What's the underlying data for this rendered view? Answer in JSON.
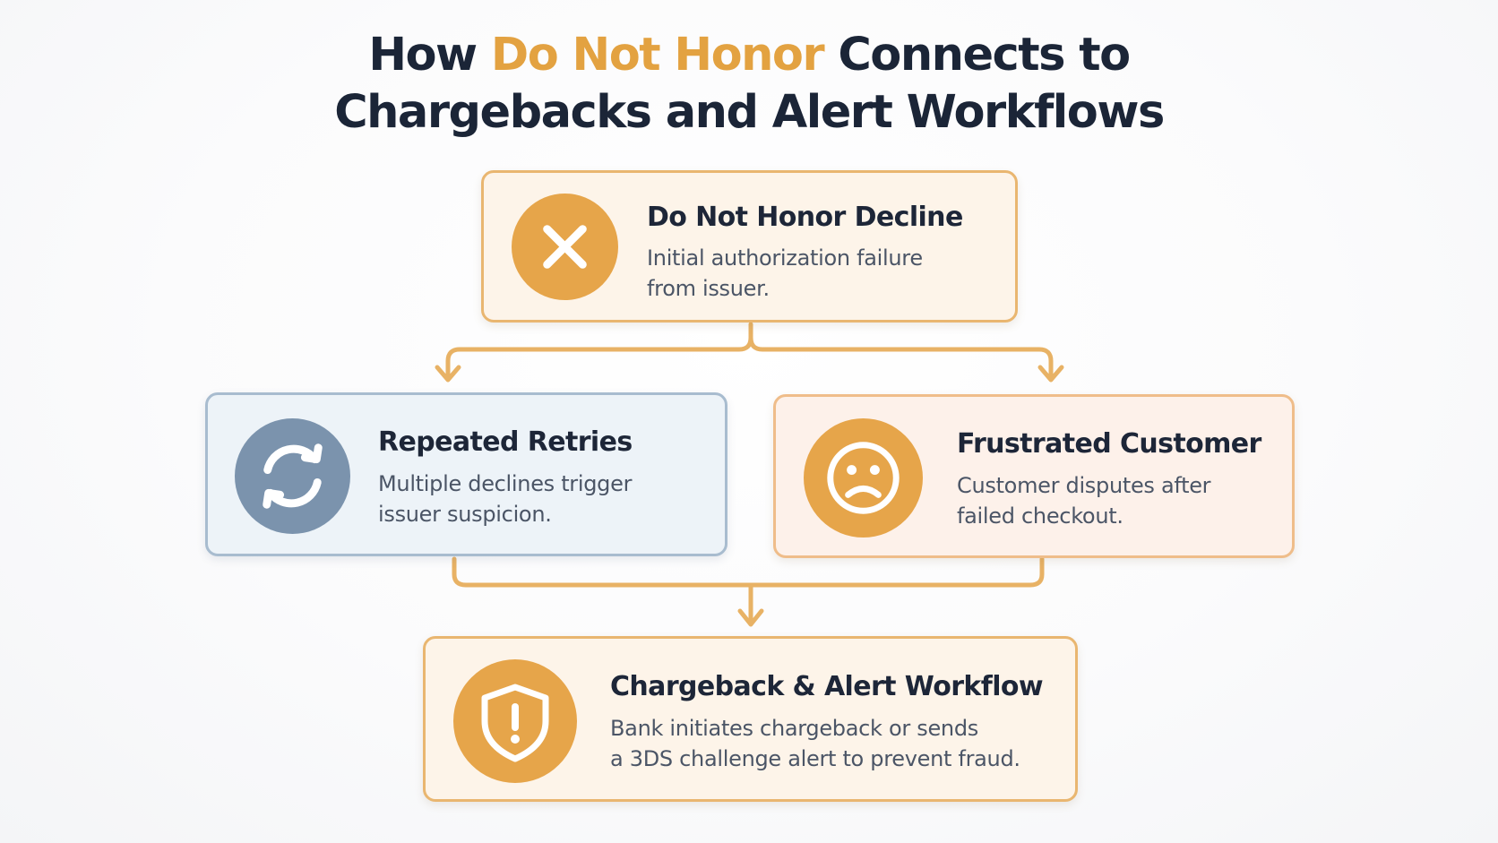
{
  "title": {
    "line1_pre": "How ",
    "line1_highlight": "Do Not Honor",
    "line1_post": " Connects to",
    "line2": "Chargebacks and Alert Workflows"
  },
  "colors": {
    "accent": "#e3a241",
    "title": "#1b2537",
    "orange_icon": "#e6a54a",
    "blue_icon": "#7b93ad",
    "connector": "#e8b265"
  },
  "nodes": {
    "decline": {
      "icon": "x-icon",
      "title": "Do Not Honor Decline",
      "desc_line1": "Initial authorization failure",
      "desc_line2": "from issuer."
    },
    "retries": {
      "icon": "refresh-icon",
      "title": "Repeated Retries",
      "desc_line1": "Multiple declines trigger",
      "desc_line2": "issuer suspicion."
    },
    "customer": {
      "icon": "sad-face-icon",
      "title": "Frustrated Customer",
      "desc_line1": "Customer disputes after",
      "desc_line2": "failed checkout."
    },
    "workflow": {
      "icon": "shield-alert-icon",
      "title": "Chargeback & Alert Workflow",
      "desc_line1": "Bank initiates chargeback or sends",
      "desc_line2": "a 3DS challenge alert to prevent fraud."
    }
  }
}
